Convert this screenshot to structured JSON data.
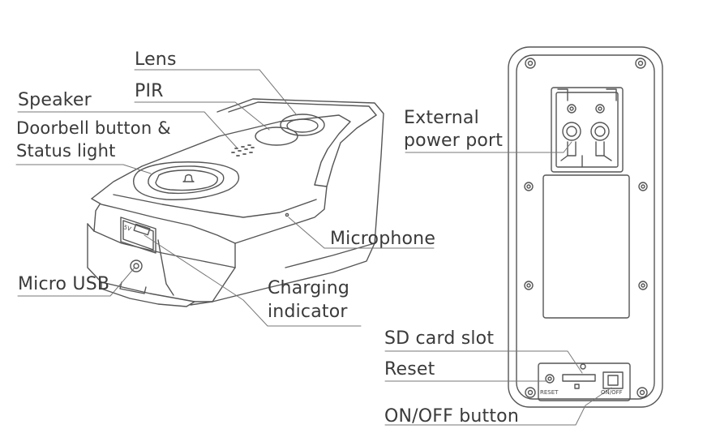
{
  "labels": {
    "lens": "Lens",
    "pir": "PIR",
    "speaker": "Speaker",
    "doorbell_line1": "Doorbell button &",
    "doorbell_line2": "Status light",
    "micro_usb": "Micro USB",
    "microphone": "Microphone",
    "charging_line1": "Charging",
    "charging_line2": "indicator",
    "external_line1": "External",
    "external_line2": "power port",
    "sd_card": "SD card slot",
    "reset": "Reset",
    "onoff": "ON/OFF button"
  },
  "device_marks": {
    "usb_tag": "5V",
    "reset_tag": "RESET",
    "onoff_tag": "ON/OFF"
  },
  "colors": {
    "stroke": "#555555",
    "text": "#3a3a3a"
  }
}
